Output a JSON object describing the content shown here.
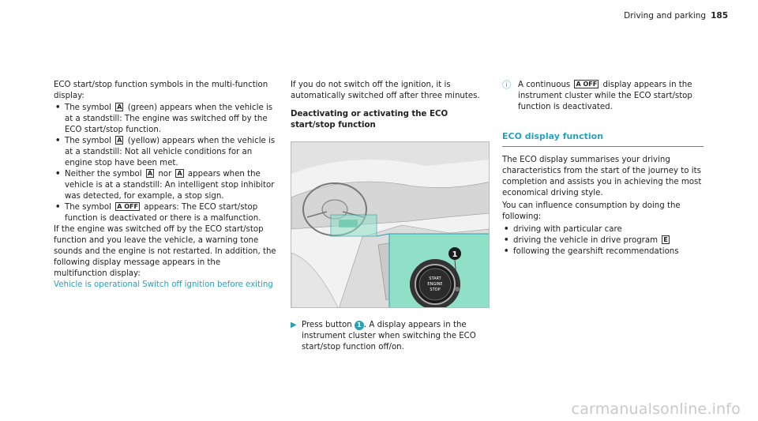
{
  "header": {
    "section": "Driving and parking",
    "page": "185"
  },
  "col1": {
    "intro": "ECO start/stop function symbols in the multi-function display:",
    "bullets": [
      {
        "pre": "The symbol",
        "sym": "A",
        "post": "(green) appears when the vehicle is at a standstill: The engine was switched off by the ECO start/stop function."
      },
      {
        "pre": "The symbol",
        "sym": "A",
        "post": "(yellow) appears when the vehicle is at a standstill: Not all vehicle conditions for an engine stop have been met."
      },
      {
        "pre": "Neither the symbol",
        "sym": "A",
        "mid": "nor",
        "sym2": "A",
        "post": "appears when the vehicle is at a standstill: An intelligent stop inhibitor was detected, for example, a stop sign."
      },
      {
        "pre": "The symbol",
        "sym": "A OFF",
        "post": "appears: The ECO start/stop function is deactivated or there is a malfunction."
      }
    ],
    "para": "If the engine was switched off by the ECO start/stop function and you leave the vehicle, a warning tone sounds and the engine is not restarted. In addition, the following display message appears in the multifunction display:",
    "message": "Vehicle is operational Switch off ignition before exiting"
  },
  "col2": {
    "para": "If you do not switch off the ignition, it is automatically switched off after three minutes.",
    "subhead": "Deactivating or activating the ECO start/stop function",
    "figure": {
      "callout": "1",
      "button_lines": [
        "START",
        "ENGINE",
        "STOP"
      ]
    },
    "step_pre": "Press button",
    "step_callout": "1",
    "step_post": ". A display appears in the instrument cluster when switching the ECO start/stop function off/on."
  },
  "col3": {
    "note_pre": "A continuous",
    "note_sym": "A OFF",
    "note_post": "display appears in the instrument cluster while the ECO start/stop function is deactivated.",
    "section_title": "ECO display function",
    "para1": "The ECO display summarises your driving characteristics from the start of the journey to its completion and assists you in achieving the most economical driving style.",
    "para2": "You can influence consumption by doing the following:",
    "bullets": [
      {
        "text": "driving with particular care"
      },
      {
        "text": "driving the vehicle in drive program",
        "sym": "E"
      },
      {
        "text": "following the gearshift recommendations"
      }
    ]
  },
  "watermark": "carmanualsonline.info",
  "colors": {
    "accent": "#2a9fb5",
    "text": "#222222"
  },
  "icons": {
    "arrow": "arrow-right-icon",
    "note": "info-icon"
  }
}
